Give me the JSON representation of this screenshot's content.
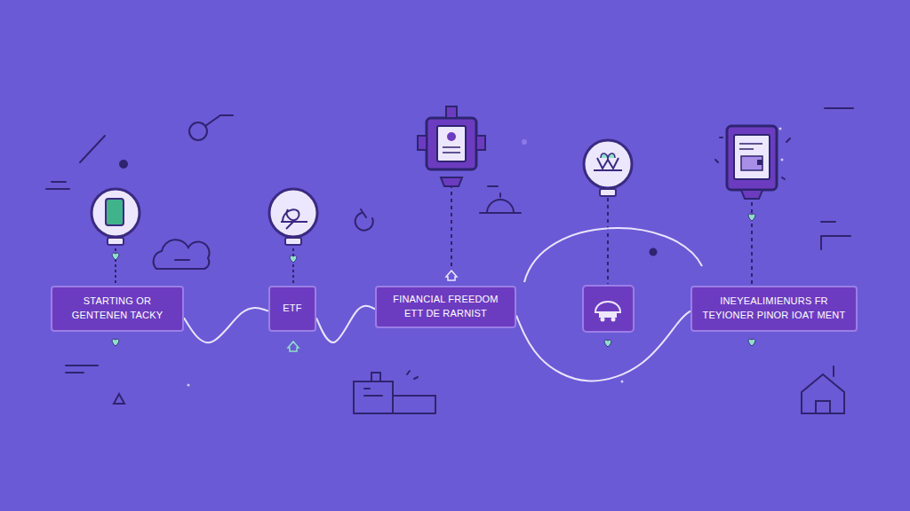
{
  "diagram": {
    "nodes": [
      {
        "text": [
          "STARTING OR GENTENEN TACKY"
        ]
      },
      {
        "text": [
          "ETF"
        ]
      },
      {
        "text": [
          "FINANCIAL FREEDOM ETT DE RARNIST"
        ]
      },
      {
        "text": [
          "INEYEALIMIENURS FR TEYIONER PINOR IOAT MENT"
        ]
      }
    ],
    "edges": [
      {
        "from": 0,
        "to": 1,
        "arrow": "none"
      },
      {
        "from": 1,
        "to": 2,
        "arrow": "none"
      },
      {
        "from": 2,
        "to": 3,
        "arrow": "none"
      }
    ]
  }
}
